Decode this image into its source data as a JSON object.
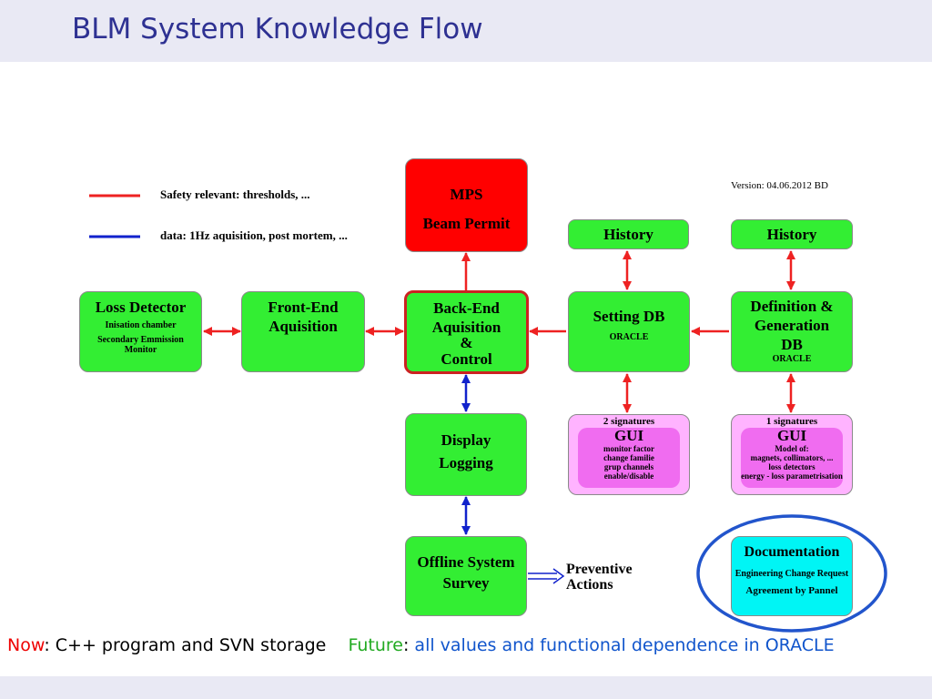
{
  "title": "BLM System Knowledge Flow",
  "version": "Version: 04.06.2012 BD",
  "legend": {
    "safety": "Safety relevant: thresholds, ...",
    "data": "data: 1Hz aquisition, post mortem, ..."
  },
  "colors": {
    "red_line": "#ee2222",
    "blue_line": "#1122cc",
    "box_green": "#33ee33",
    "box_red": "#ff0000",
    "box_cyan": "#00f5f5",
    "gui_pink": "#ffb3ff",
    "gui_inner": "#f06cf0"
  },
  "boxes": {
    "loss_detector": {
      "title": "Loss Detector",
      "line1": "Inisation chamber",
      "line2": "Secondary Emmission",
      "line3": "Monitor"
    },
    "frontend": {
      "line1": "Front-End",
      "line2": "Aquisition"
    },
    "mps": {
      "line1": "MPS",
      "line2": "Beam Permit"
    },
    "backend": {
      "line1": "Back-End",
      "line2": "Aquisition",
      "line3": "&",
      "line4": "Control"
    },
    "history1": {
      "label": "History"
    },
    "history2": {
      "label": "History"
    },
    "setting_db": {
      "title": "Setting DB",
      "sub": "ORACLE"
    },
    "definition_db": {
      "line1": "Definition &",
      "line2": "Generation",
      "line3": "DB",
      "sub": "ORACLE"
    },
    "display": {
      "line1": "Display",
      "line2": "Logging"
    },
    "gui1": {
      "signatures": "2 signatures",
      "title": "GUI",
      "items": [
        "monitor factor",
        "change familie",
        "grup channels",
        "enable/disable"
      ]
    },
    "gui2": {
      "signatures": "1 signatures",
      "title": "GUI",
      "items": [
        "Model of:",
        "magnets, collimators, ...",
        "loss detectors",
        "energy - loss parametrisation"
      ]
    },
    "offline": {
      "line1": "Offline System",
      "line2": "Survey"
    },
    "documentation": {
      "title": "Documentation",
      "line1": "Engineering Change Request",
      "line2": "Agreement by Pannel"
    }
  },
  "preventive": {
    "line1": "Preventive",
    "line2": "Actions"
  },
  "bottom": {
    "now_label": "Now",
    "now_text": ": C++ program and SVN storage",
    "future_label": "Future",
    "future_sep": ":",
    "future_text": "all values and functional dependence in ORACLE"
  }
}
